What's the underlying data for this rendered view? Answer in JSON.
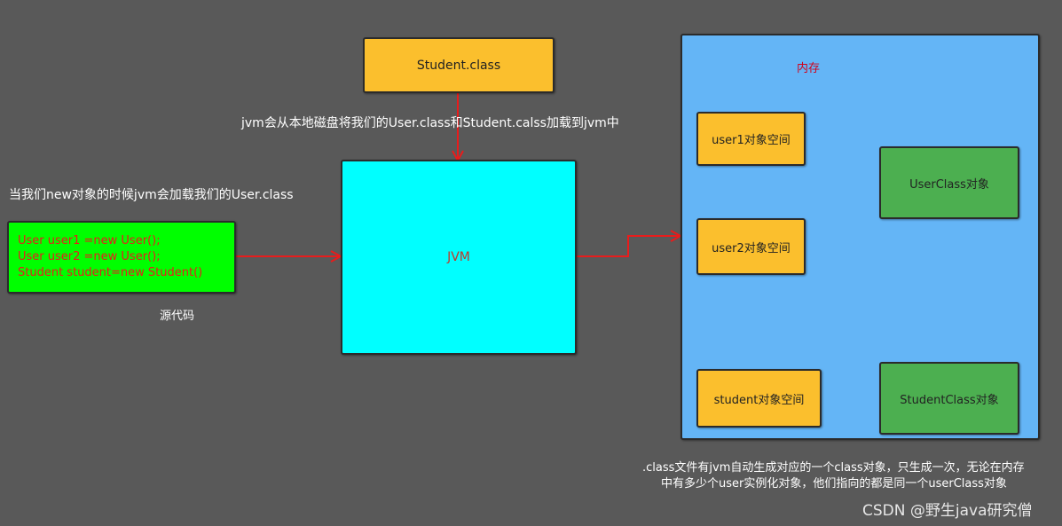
{
  "nodes": {
    "student_class": "Student.class",
    "jvm": "JVM",
    "memory_title": "内存",
    "user1_space": "user1对象空间",
    "user2_space": "user2对象空间",
    "student_space": "student对象空间",
    "user_class_object": "UserClass对象",
    "student_class_object": "StudentClass对象"
  },
  "source_code": {
    "lines": [
      "User user1 =new User();",
      "User user2 =new User();",
      "Student student=new Student()"
    ],
    "caption": "源代码"
  },
  "annotations": {
    "load_from_disk": "jvm会从本地磁盘将我们的User.class和Student.calss加载到jvm中",
    "new_loads": "当我们new对象的时候jvm会加载我们的User.class",
    "note_line1": ".class文件有jvm自动生成对应的一个class对象，只生成一次，无论在内存",
    "note_line2": "中有多少个user实例化对象，他们指向的都是同一个userClass对象"
  },
  "watermark": "CSDN @野生java研究僧",
  "colors": {
    "background": "#595959",
    "class_file": "#fbbf2d",
    "jvm": "#00ffff",
    "source": "#00ff00",
    "memory": "#64b5f6",
    "object_space": "#fbbf2d",
    "class_object": "#4caf50",
    "arrow": "#e81c1c",
    "code_text": "#e81c1c",
    "memory_title_text": "#d0021b"
  }
}
